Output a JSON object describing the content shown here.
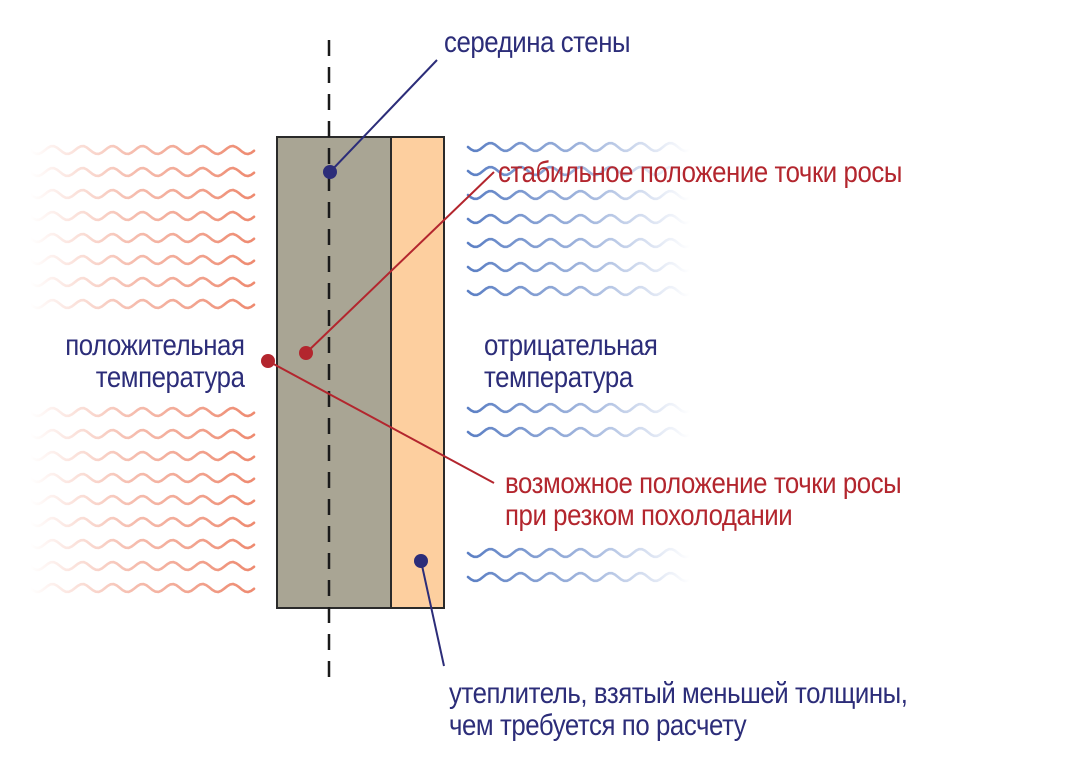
{
  "colors": {
    "warm": "#ee8a70",
    "cold": "#5b7fc4",
    "wall": "#a9a594",
    "insulation": "#fdcf9f",
    "outline": "#2a2a2a",
    "navy": "#2c2d79",
    "red": "#b3262e"
  },
  "labels": {
    "wall_middle": "середина стены",
    "stable_dew_point": "стабильное положение точки росы",
    "positive_temp": [
      "положительная",
      "температура"
    ],
    "negative_temp": [
      "отрицательная",
      "температура"
    ],
    "possible_dew_point": [
      "возможное положение точки росы",
      "при резком похолодании"
    ],
    "insulation_note": [
      "утеплитель, взятый меньшей толщины,",
      "чем требуется по расчету"
    ]
  },
  "icons": {
    "warm_side": "warm-wave-icon",
    "cold_side": "cold-wave-icon",
    "marker": "dot-marker-icon"
  }
}
